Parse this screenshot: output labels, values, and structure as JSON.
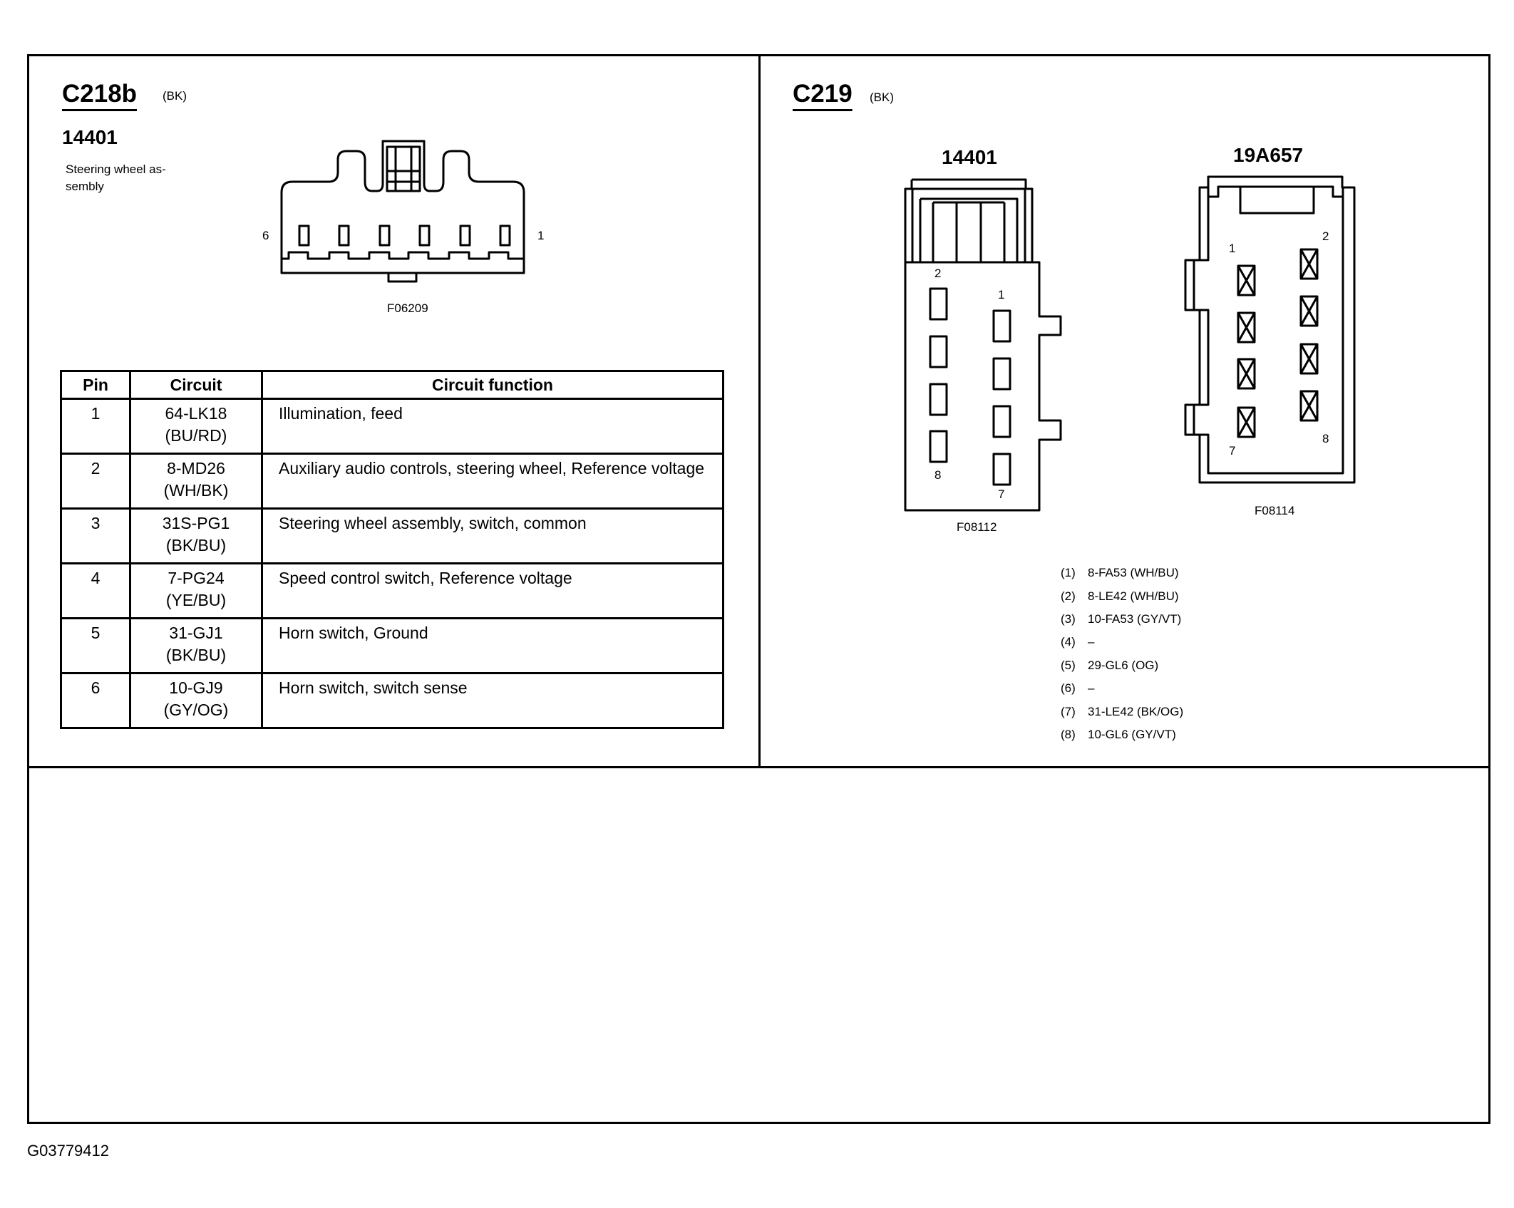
{
  "left_panel": {
    "connector_id": "C218b",
    "connector_color": "(BK)",
    "part_number": "14401",
    "description": "Steering wheel as-\nsembly",
    "pin_label_left": "6",
    "pin_label_right": "1",
    "figure_id": "F06209",
    "table": {
      "headers": [
        "Pin",
        "Circuit",
        "Circuit function"
      ],
      "rows": [
        {
          "pin": "1",
          "circuit": "64-LK18",
          "color": "(BU/RD)",
          "function": "Illumination, feed"
        },
        {
          "pin": "2",
          "circuit": "8-MD26",
          "color": "(WH/BK)",
          "function": "Auxiliary audio controls, steering wheel, Reference voltage"
        },
        {
          "pin": "3",
          "circuit": "31S-PG1",
          "color": "(BK/BU)",
          "function": "Steering wheel assembly, switch, common"
        },
        {
          "pin": "4",
          "circuit": "7-PG24",
          "color": "(YE/BU)",
          "function": "Speed control switch, Reference voltage"
        },
        {
          "pin": "5",
          "circuit": "31-GJ1",
          "color": "(BK/BU)",
          "function": "Horn switch, Ground"
        },
        {
          "pin": "6",
          "circuit": "10-GJ9",
          "color": "(GY/OG)",
          "function": "Horn switch, switch sense"
        }
      ]
    }
  },
  "right_panel": {
    "connector_id": "C219",
    "connector_color": "(BK)",
    "connector_a": {
      "part_number": "14401",
      "figure_id": "F08112",
      "pin_labels": {
        "p2": "2",
        "p1": "1",
        "p8": "8",
        "p7": "7"
      }
    },
    "connector_b": {
      "part_number": "19A657",
      "figure_id": "F08114",
      "pin_labels": {
        "p1": "1",
        "p2": "2",
        "p7": "7",
        "p8": "8"
      }
    },
    "legend": [
      {
        "num": "(1)",
        "text": "8-FA53 (WH/BU)"
      },
      {
        "num": "(2)",
        "text": "8-LE42 (WH/BU)"
      },
      {
        "num": "(3)",
        "text": "10-FA53 (GY/VT)"
      },
      {
        "num": "(4)",
        "text": "–"
      },
      {
        "num": "(5)",
        "text": "29-GL6 (OG)"
      },
      {
        "num": "(6)",
        "text": "–"
      },
      {
        "num": "(7)",
        "text": "31-LE42 (BK/OG)"
      },
      {
        "num": "(8)",
        "text": "10-GL6 (GY/VT)"
      }
    ]
  },
  "footer_id": "G03779412"
}
